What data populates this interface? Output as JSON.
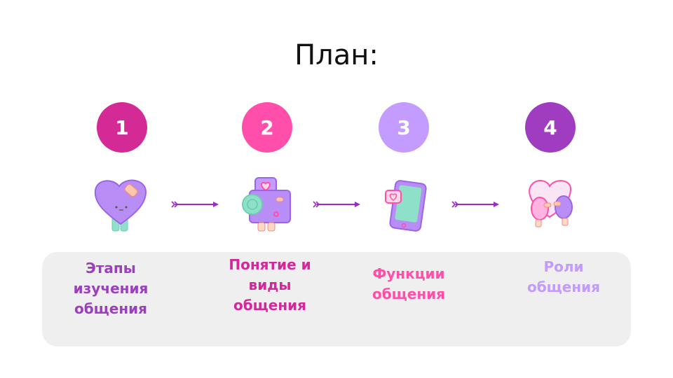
{
  "title": "План:",
  "steps": [
    {
      "number": "1",
      "label": "Этапы изучения общения",
      "circle_color": "#d42a96",
      "label_color": "#9b3fbf",
      "icon": "heart-character-icon"
    },
    {
      "number": "2",
      "label": "Понятие и виды общения",
      "circle_color": "#ff4fab",
      "label_color": "#d1289a",
      "icon": "camera-character-icon"
    },
    {
      "number": "3",
      "label": "Функции общения",
      "circle_color": "#c49cff",
      "label_color": "#ff4fa8",
      "icon": "phone-chat-icon"
    },
    {
      "number": "4",
      "label": "Роли общения",
      "circle_color": "#a03cc0",
      "label_color": "#c39bff",
      "icon": "birds-heart-icon"
    }
  ],
  "arrow_color": "#9b2bc4"
}
